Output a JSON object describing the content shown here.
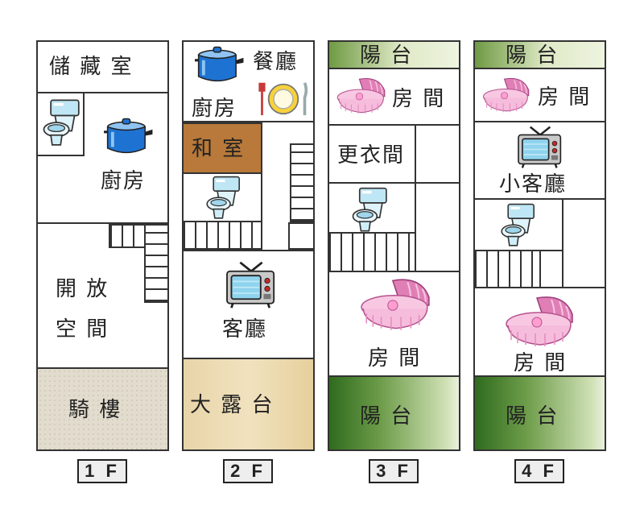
{
  "floors": [
    {
      "label": "1 F",
      "rooms": {
        "storage": "儲 藏 室",
        "kitchen": "廚房",
        "open_space_line1": "開  放",
        "open_space_line2": "空  間",
        "arcade": "騎  樓"
      }
    },
    {
      "label": "2 F",
      "rooms": {
        "dining": "餐廳",
        "kitchen": "廚房",
        "washitsu": "和 室",
        "living": "客廳",
        "terrace": "大  露  台"
      }
    },
    {
      "label": "3 F",
      "rooms": {
        "balcony_top": "陽  台",
        "bedroom_top": "房 間",
        "closet": "更衣間",
        "bedroom_main": "房 間",
        "balcony_bottom": "陽  台"
      }
    },
    {
      "label": "4 F",
      "rooms": {
        "balcony_top": "陽  台",
        "bedroom_top": "房 間",
        "small_living": "小客廳",
        "bedroom_main": "房 間",
        "balcony_bottom": "陽  台"
      }
    }
  ],
  "icons": {
    "toilet": "toilet-icon",
    "pot": "cooking-pot-icon",
    "plate": "plate-cutlery-icon",
    "tv": "television-icon",
    "cradle": "baby-cradle-icon"
  },
  "colors": {
    "washitsu": "#b8793a",
    "balcony_green": "#6f9a43",
    "pot_blue": "#1e73d2",
    "cradle_pink": "#f2b6d6"
  }
}
